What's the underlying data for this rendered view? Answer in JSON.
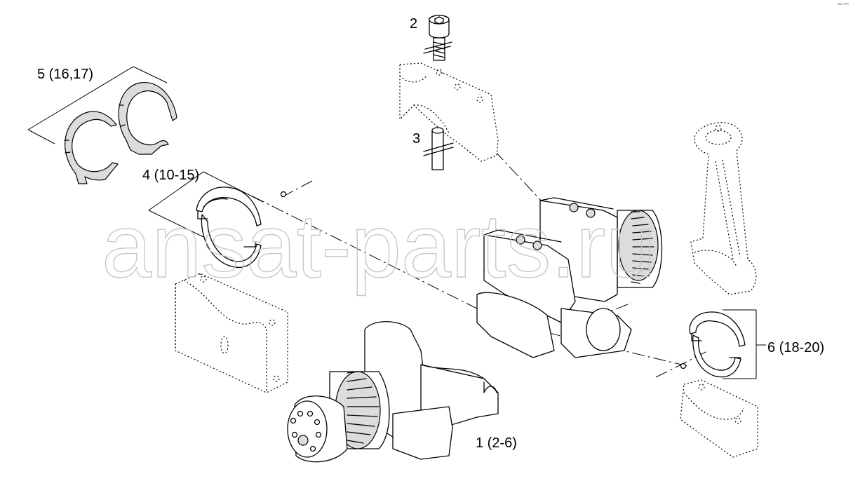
{
  "labels": {
    "crankshaft": "1 (2-6)",
    "bolt": "2",
    "pin": "3",
    "main_bearing_shells": "4 (10-15)",
    "thrust_washers": "5 (16,17)",
    "rod_bearing_shells": "6 (18-20)"
  },
  "watermark": "ansat-parts.ru",
  "corner_mark": "ᴬᴼ¹ ⁰⁰⁰⁰"
}
